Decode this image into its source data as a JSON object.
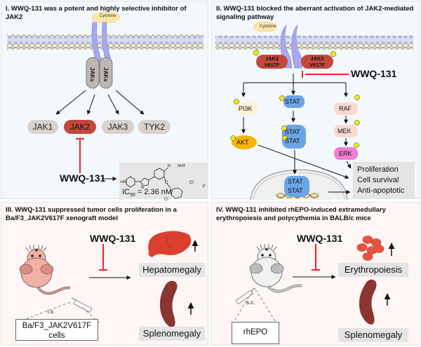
{
  "panels": {
    "p1": {
      "title": "I. WWQ-131 was a potent and highly selective inhibitor of JAK2",
      "cytokine": "Cytokine",
      "receptor_jak_label": "JAKs",
      "jak_family": [
        "JAK1",
        "JAK2",
        "JAK3",
        "TYK2"
      ],
      "inhibitor": "WWQ-131",
      "ic50_label": "IC",
      "ic50_sub": "50",
      "ic50_value": " = 2.36 nM",
      "structure_atoms": {
        "nh2": "NH2",
        "n1": "N",
        "hn": "HN",
        "n2": "N",
        "n3": "N",
        "o": "O",
        "cl1": "Cl",
        "cl2": "Cl",
        "f": "F"
      },
      "colors": {
        "jak2": "#c3483a",
        "jak_other": "#d9d1ce",
        "inhibit_line": "#e8232a"
      }
    },
    "p2": {
      "title": "II. WWQ-131 blocked the aberrant activation of JAK2-mediated signaling pathway",
      "cytokine": "Cytokine",
      "jak_mutant_line1": "JAK2",
      "jak_mutant_line2": "V617F",
      "phospho": "P",
      "inhibitor": "WWQ-131",
      "nodes": {
        "pi3k": "PI3K",
        "akt": "AKT",
        "stat": "STAT",
        "raf": "RAF",
        "mek": "MEK",
        "erk": "ERK"
      },
      "outcomes": [
        "Proliferation",
        "Cell survival",
        "Anti-apoptotic"
      ],
      "colors": {
        "jak_mutant": "#c3483a",
        "stat": "#6aa5e6",
        "akt": "#f4b400",
        "pi3k": "#fdf1d8",
        "raf": "#fbd9d1",
        "erk": "#ef7fd5",
        "phospho": "#f4e619"
      }
    },
    "p3": {
      "title": "III. WWQ-131 suppressed tumor cells proliferation in a Ba/F3_JAK2V617F xenograft model",
      "inhibitor": "WWQ-131",
      "route": "i.v.",
      "injected": "Ba/F3_JAK2V617F cells",
      "outcomes": [
        "Hepatomegaly",
        "Splenomegaly"
      ],
      "trend": "increase"
    },
    "p4": {
      "title": "IV. WWQ-131 inhibited rhEPO-induced extramedullary erythropoiesis and polycythemia in BALB/c mice",
      "inhibitor": "WWQ-131",
      "route": "s.c.",
      "injected": "rhEPO",
      "outcomes": [
        "Erythropoiesis",
        "Splenomegaly"
      ],
      "trend": "increase"
    }
  }
}
